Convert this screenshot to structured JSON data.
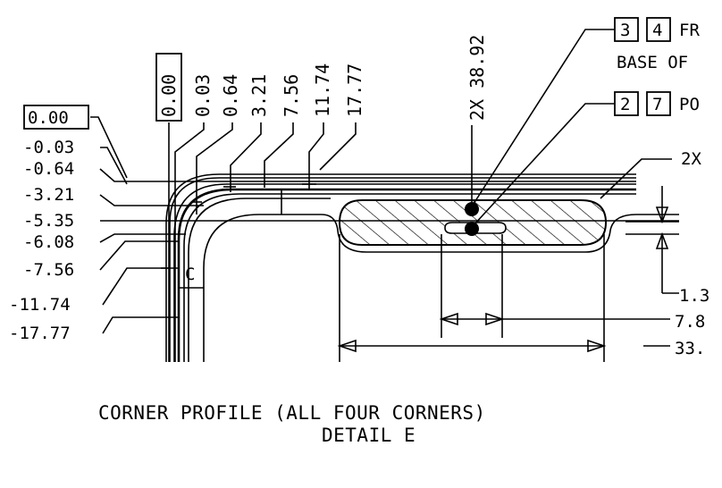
{
  "left_labels": {
    "boxed_zero": "0.00",
    "items": [
      "-0.03",
      "-0.64",
      "-3.21",
      "-5.35",
      "-6.08",
      "-7.56",
      "-11.74",
      "-17.77"
    ]
  },
  "top_labels": {
    "boxed_zero": "0.00",
    "items": [
      "0.03",
      "0.64",
      "3.21",
      "7.56",
      "11.74",
      "17.77"
    ]
  },
  "dim_2x_38_92": "2X 38.92",
  "callout_top": {
    "box1": "3",
    "box2": "4",
    "text1": "FR",
    "text2": "BASE OF"
  },
  "callout_mid": {
    "box1": "2",
    "box2": "7",
    "text": "PO"
  },
  "callout_2x": "2X",
  "right_dims": {
    "d1": "1.3",
    "d2": "7.8",
    "d3": "33."
  },
  "caption": {
    "line1": "CORNER PROFILE (ALL FOUR CORNERS)",
    "line2": "DETAIL E"
  },
  "letter_c": "C"
}
